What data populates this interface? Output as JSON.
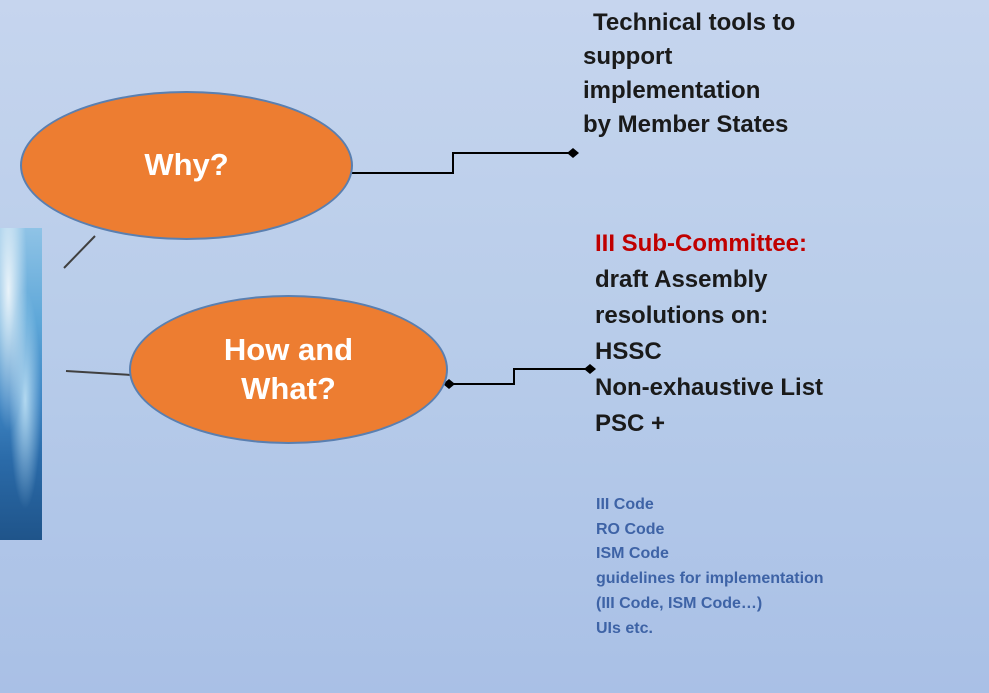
{
  "bubbles": {
    "why": "Why?",
    "how_line1": "How and",
    "how_line2": "What?"
  },
  "tools": {
    "lines": [
      " Technical tools to",
      "support",
      "implementation",
      "by Member States"
    ]
  },
  "committee": {
    "heading": "III Sub-Committee:",
    "lines": [
      "draft Assembly",
      "resolutions on:",
      "HSSC",
      "Non-exhaustive List",
      "PSC  +"
    ]
  },
  "list": {
    "items": [
      "III Code",
      "RO Code",
      "ISM Code",
      "guidelines for implementation",
      "(III Code, ISM Code…)",
      "UIs etc."
    ]
  },
  "colors": {
    "bubble_fill": "#ed7d31",
    "bubble_text": "#ffffff",
    "heading_red": "#c00000",
    "list_blue": "#3e63a6"
  }
}
